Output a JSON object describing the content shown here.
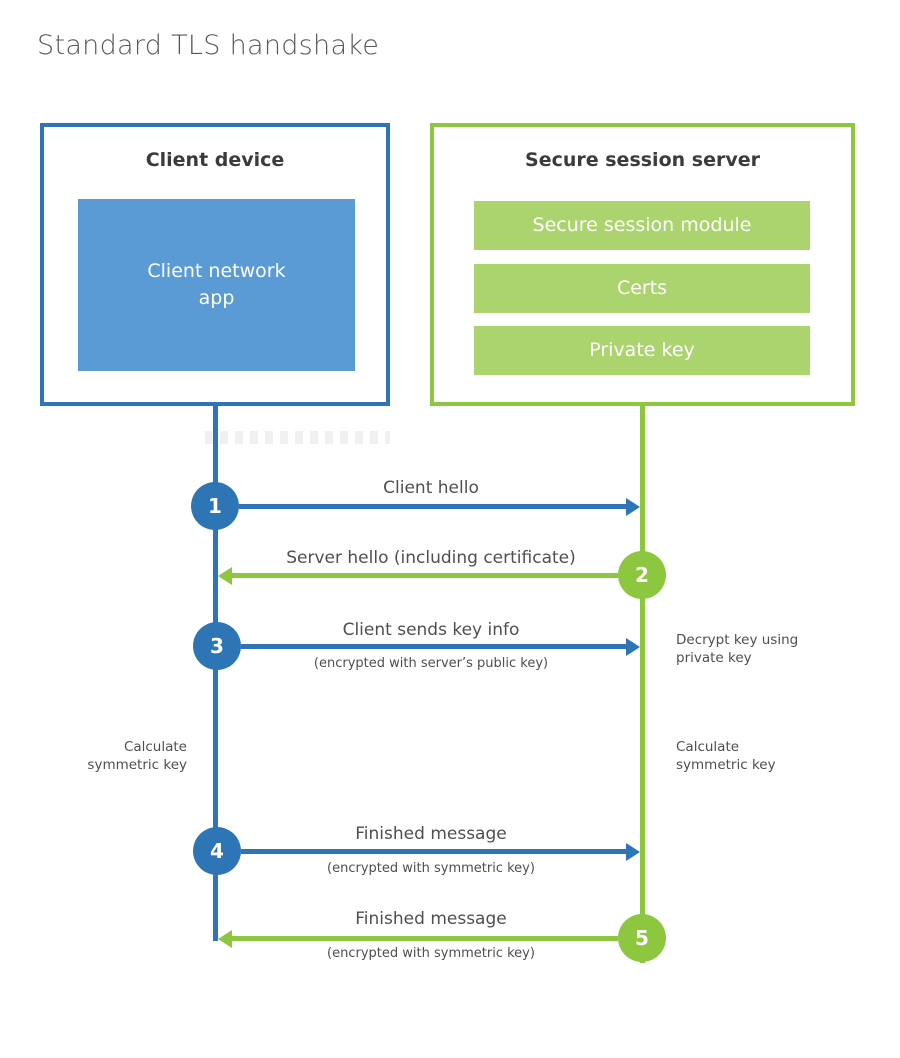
{
  "title": "Standard TLS handshake",
  "colors": {
    "blue": "#2e75b6",
    "blue_fill": "#5b9bd5",
    "green": "#8dc63f",
    "green_fill": "#acd46e",
    "text_dark": "#3b3b3b",
    "text_label": "#4f4f4f"
  },
  "client": {
    "title": "Client device",
    "app_label": "Client network\napp"
  },
  "server": {
    "title": "Secure session server",
    "modules": [
      "Secure session module",
      "Certs",
      "Private key"
    ]
  },
  "steps": [
    {
      "number": "1",
      "label": "Client hello",
      "sublabel": "",
      "direction": "client-to-server"
    },
    {
      "number": "2",
      "label": "Server hello (including certificate)",
      "sublabel": "",
      "direction": "server-to-client"
    },
    {
      "number": "3",
      "label": "Client sends key info",
      "sublabel": "(encrypted with server’s public key)",
      "direction": "client-to-server"
    },
    {
      "number": "4",
      "label": "Finished message",
      "sublabel": "(encrypted with symmetric key)",
      "direction": "client-to-server"
    },
    {
      "number": "5",
      "label": "Finished message",
      "sublabel": "(encrypted with symmetric key)",
      "direction": "server-to-client"
    }
  ],
  "notes": {
    "decrypt": "Decrypt key using\nprivate key",
    "calc_left": "Calculate\nsymmetric key",
    "calc_right": "Calculate\nsymmetric key"
  }
}
